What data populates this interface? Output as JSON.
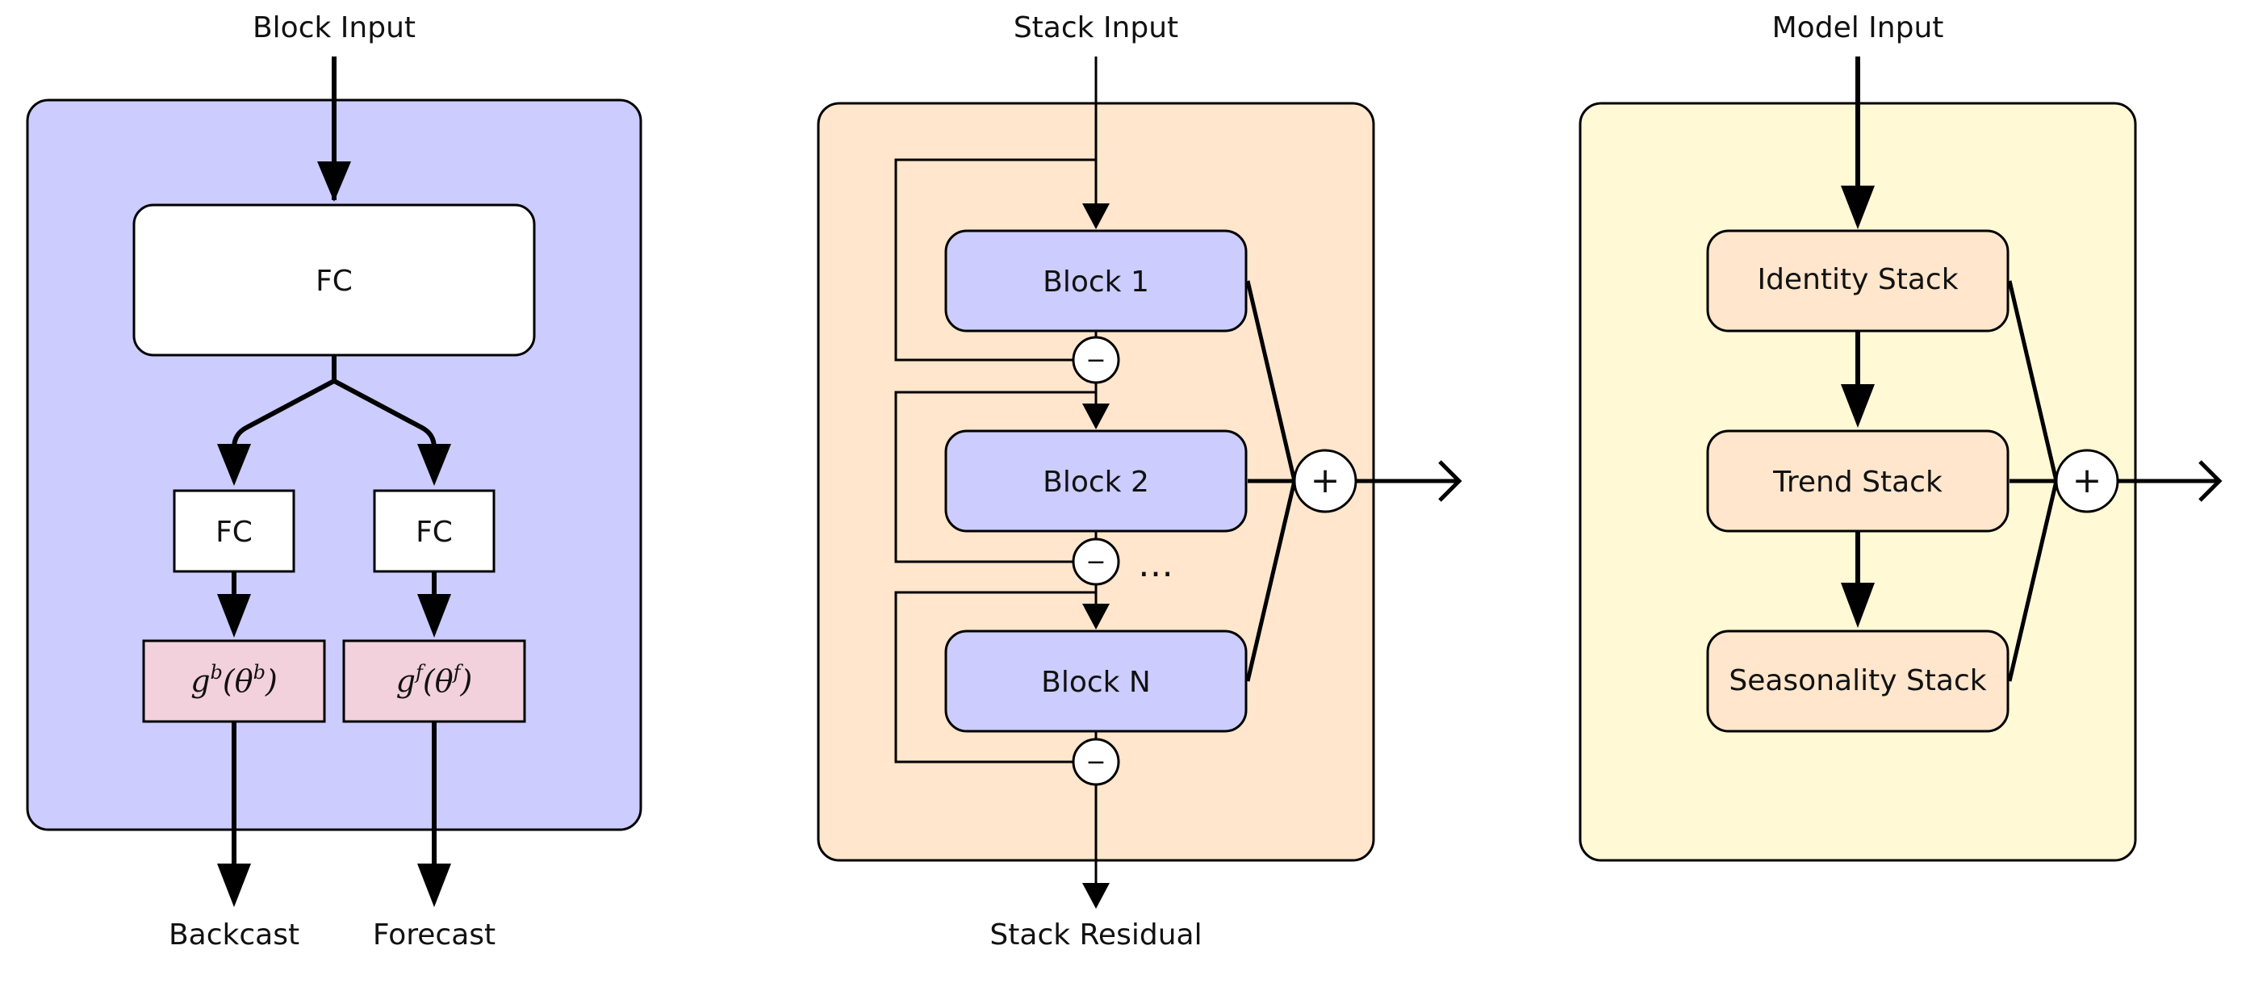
{
  "colors": {
    "block_panel": "#ccccff",
    "stack_panel": "#ffe6cc",
    "model_panel": "#fff9d6",
    "block_box": "#ccccff",
    "stack_box": "#ffe6cc",
    "basis_box": "#f2d0dc",
    "white_box": "#ffffff",
    "stroke": "#000000"
  },
  "block_panel": {
    "input_label": "Block Input",
    "fc_main": "FC",
    "fc_left": "FC",
    "fc_right": "FC",
    "basis_backcast": {
      "base": "g",
      "sup": "b",
      "theta": "θ",
      "theta_sup": "b"
    },
    "basis_forecast": {
      "base": "g",
      "sup": "f",
      "theta": "θ",
      "theta_sup": "f"
    },
    "backcast_label": "Backcast",
    "forecast_label": "Forecast"
  },
  "stack_panel": {
    "input_label": "Stack Input",
    "blocks": [
      "Block 1",
      "Block 2",
      "Block N"
    ],
    "minus_symbol": "−",
    "ellipsis": "…",
    "plus_symbol": "+",
    "output_label": "Stack Residual"
  },
  "model_panel": {
    "input_label": "Model Input",
    "stacks": [
      "Identity Stack",
      "Trend Stack",
      "Seasonality Stack"
    ],
    "plus_symbol": "+"
  }
}
